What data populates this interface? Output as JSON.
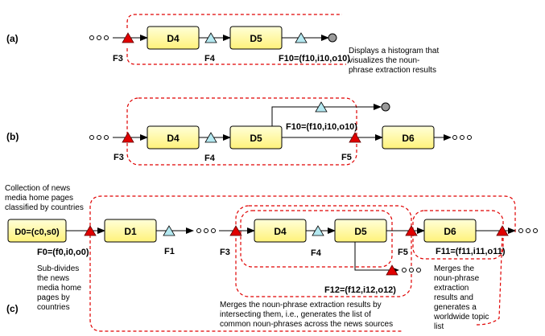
{
  "panels": {
    "a": {
      "tag": "(a)",
      "boxes": [
        "D4",
        "D5"
      ],
      "flows": [
        "F3",
        "F4",
        "F10=(f10,i10,o10)"
      ],
      "note": [
        "Displays a histogram that",
        "visualizes the noun-",
        "phrase extraction results"
      ]
    },
    "b": {
      "tag": "(b)",
      "boxes": [
        "D4",
        "D5",
        "D6"
      ],
      "flows": [
        "F3",
        "F4",
        "F5",
        "F10=(f10,i10,o10)"
      ]
    },
    "c": {
      "tag": "(c)",
      "boxes": [
        "D0=(c0,s0)",
        "D1",
        "D4",
        "D5",
        "D6"
      ],
      "flows": [
        "F0=(f0,i0,o0)",
        "F1",
        "F3",
        "F4",
        "F5",
        "F11=(f11,i11,o11)",
        "F12=(f12,i12,o12)"
      ],
      "note_collection": [
        "Collection of news",
        "media home pages",
        "classified by countries"
      ],
      "note_subdivide": [
        "Sub-divides",
        "the news",
        "media home",
        "pages by",
        "countries"
      ],
      "note_merge": [
        "Merges the noun-phrase extraction results by",
        "intersecting them, i.e., generates the list of",
        "common noun-phrases across the news sources"
      ],
      "note_topic": [
        "Merges the",
        "noun-phrase",
        "extraction",
        "results and",
        "generates a",
        "worldwide topic",
        "list"
      ]
    }
  },
  "colors": {
    "box_fill": "#ffffa0",
    "box_stroke": "#000000",
    "red_marker": "#e00000",
    "cyan_marker": "#b4e8f0",
    "dashed": "#e00000",
    "terminal": "#9a9a9a"
  }
}
